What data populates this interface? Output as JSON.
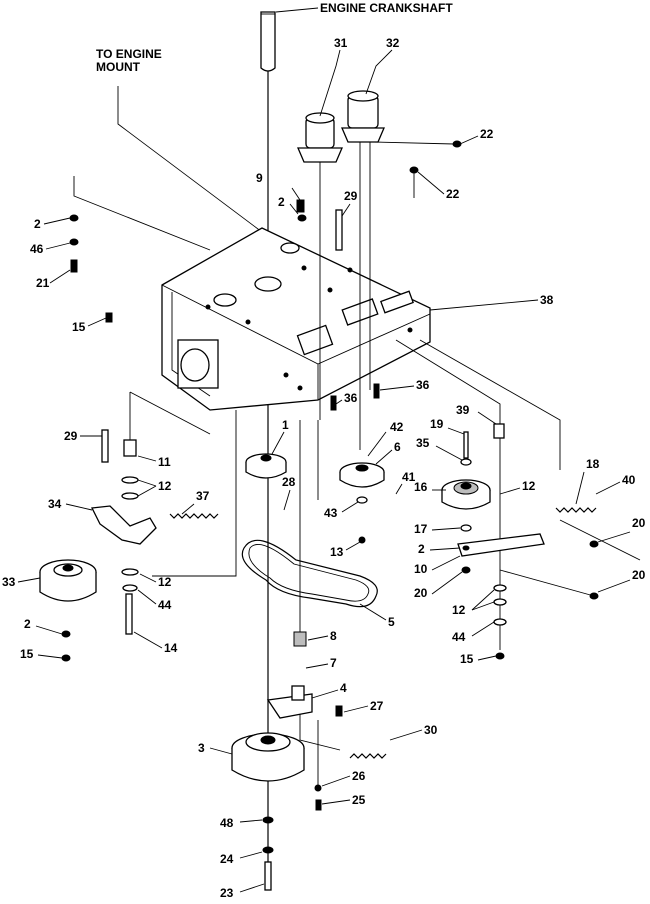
{
  "callouts": {
    "engine_crankshaft": "ENGINE CRANKSHAFT",
    "to_engine_mount_line1": "TO ENGINE",
    "to_engine_mount_line2": "MOUNT"
  },
  "parts": {
    "p1": "1",
    "p2a": "2",
    "p2b": "2",
    "p2c": "2",
    "p2d": "2",
    "p3": "3",
    "p4": "4",
    "p5": "5",
    "p6": "6",
    "p7": "7",
    "p8": "8",
    "p9": "9",
    "p10": "10",
    "p11": "11",
    "p12a": "12",
    "p12b": "12",
    "p12c": "12",
    "p12d": "12",
    "p13": "13",
    "p14": "14",
    "p15a": "15",
    "p15b": "15",
    "p15c": "15",
    "p16": "16",
    "p17": "17",
    "p18": "18",
    "p19": "19",
    "p20a": "20",
    "p20b": "20",
    "p20c": "20",
    "p21": "21",
    "p22a": "22",
    "p22b": "22",
    "p23": "23",
    "p24": "24",
    "p25": "25",
    "p26": "26",
    "p27": "27",
    "p28": "28",
    "p29a": "29",
    "p29b": "29",
    "p30": "30",
    "p31": "31",
    "p32": "32",
    "p33": "33",
    "p34": "34",
    "p35": "35",
    "p36a": "36",
    "p36b": "36",
    "p37": "37",
    "p38": "38",
    "p39": "39",
    "p40": "40",
    "p41": "41",
    "p42": "42",
    "p43": "43",
    "p44a": "44",
    "p44b": "44",
    "p46": "46",
    "p48": "48"
  }
}
